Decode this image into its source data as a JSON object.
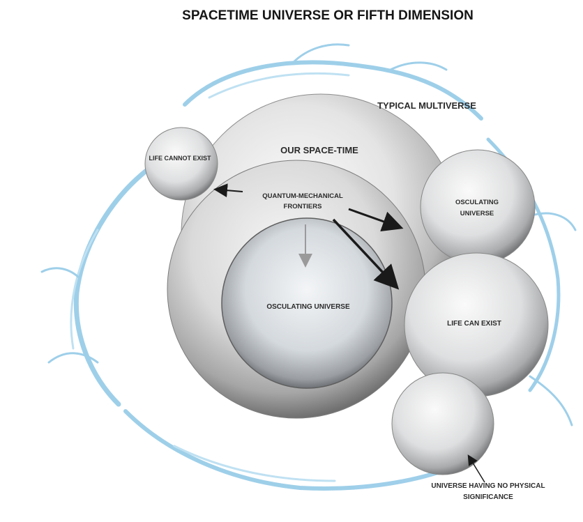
{
  "title": "SPACETIME UNIVERSE OR FIFTH DIMENSION",
  "labels": {
    "typical_multiverse": "TYPICAL MULTIVERSE",
    "our_space_time": "OUR SPACE-TIME",
    "life_cannot_exist": "LIFE CANNOT EXIST",
    "quantum_line1": "QUANTUM-MECHANICAL",
    "quantum_line2": "FRONTIERS",
    "osculating_universe_right_line1": "OSCULATING",
    "osculating_universe_right_line2": "UNIVERSE",
    "osculating_universe_inner": "OSCULATING UNIVERSE",
    "life_can_exist": "LIFE CAN EXIST",
    "no_physical_line1": "UNIVERSE HAVING NO PHYSICAL",
    "no_physical_line2": "SIGNIFICANCE"
  },
  "colors": {
    "bubble_light": "#f7f7f7",
    "bubble_dark": "#6f6f6f",
    "splash_blue": "#8ec7e6",
    "arrow_dark": "#1a1a1a",
    "arrow_light": "#9a9a9a",
    "text": "#2b2b2b"
  }
}
